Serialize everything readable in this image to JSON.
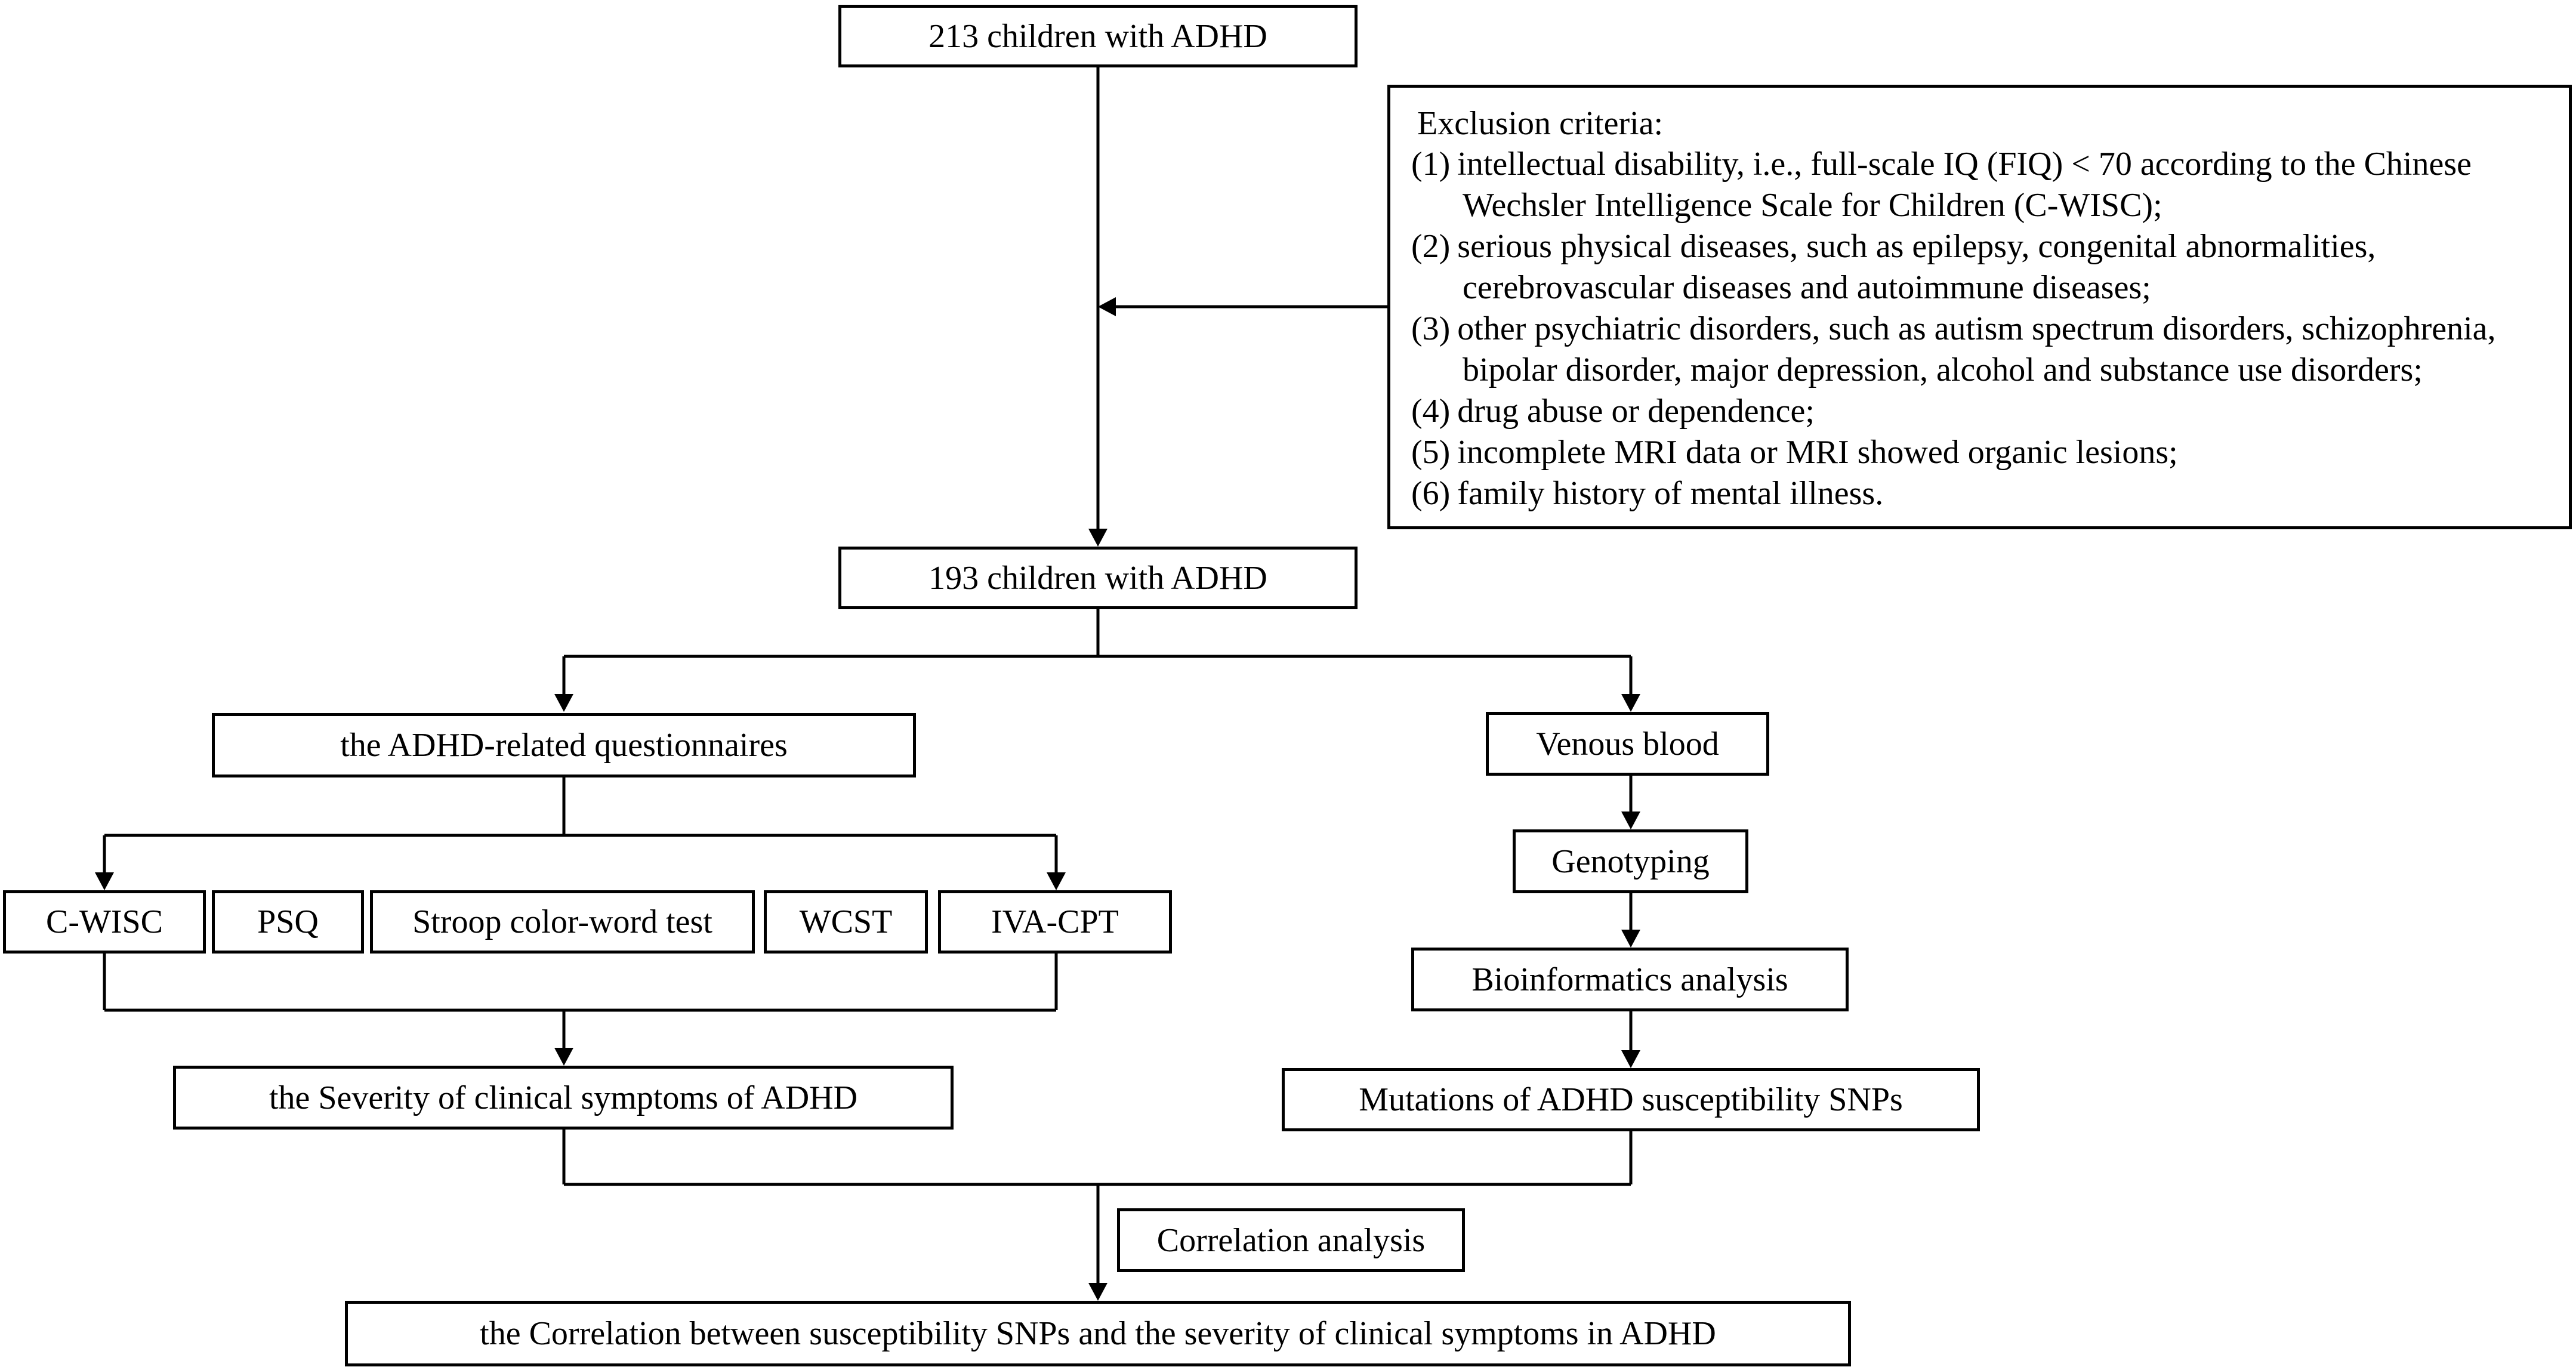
{
  "flowchart": {
    "enrolled": "213 children with ADHD",
    "included": "193 children with ADHD",
    "exclusion": {
      "title": "Exclusion criteria:",
      "criteria": [
        {
          "num": "(1)",
          "line1": "intellectual disability, i.e., full-scale IQ (FIQ) < 70 according to the Chinese",
          "line2": "Wechsler Intelligence Scale for Children (C-WISC);"
        },
        {
          "num": "(2)",
          "line1": "serious physical diseases, such as epilepsy, congenital abnormalities,",
          "line2": "cerebrovascular diseases and autoimmune diseases;"
        },
        {
          "num": "(3)",
          "line1": "other psychiatric disorders, such as autism spectrum disorders, schizophrenia,",
          "line2": "bipolar disorder, major depression, alcohol and substance use disorders;"
        },
        {
          "num": "(4)",
          "line1": "drug abuse or dependence;",
          "line2": ""
        },
        {
          "num": "(5)",
          "line1": "incomplete MRI data or MRI showed organic lesions;",
          "line2": ""
        },
        {
          "num": "(6)",
          "line1": "family history of mental illness.",
          "line2": ""
        }
      ]
    },
    "left_branch": {
      "questionnaires": "the ADHD-related questionnaires",
      "tests": [
        "C-WISC",
        "PSQ",
        "Stroop color-word test",
        "WCST",
        "IVA-CPT"
      ],
      "outcome": "the Severity of clinical symptoms of ADHD"
    },
    "right_branch": {
      "steps": [
        "Venous blood",
        "Genotyping",
        "Bioinformatics analysis"
      ],
      "outcome": "Mutations of ADHD susceptibility SNPs"
    },
    "correlation_label": "Correlation analysis",
    "final": "the Correlation between susceptibility SNPs and the severity of clinical symptoms in ADHD"
  }
}
